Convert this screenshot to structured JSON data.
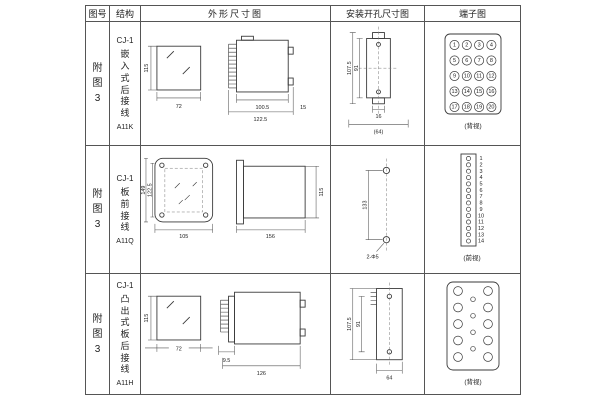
{
  "header": [
    "图号",
    "结构",
    "外形尺寸图",
    "安装开孔尺寸图",
    "端子图"
  ],
  "rows": [
    {
      "fig": "附图3",
      "model": "CJ-1",
      "desc": "嵌入式后接线",
      "code": "A11K",
      "outline": {
        "h": "115",
        "w": "72",
        "l1": "100.5",
        "l2": "122.5",
        "l3": "15"
      },
      "mount": {
        "v1": "107.5",
        "v2": "91",
        "h1": "16",
        "h2": "(64)"
      },
      "terminal": {
        "type": "grid",
        "cols": 4,
        "rows": 5,
        "numbered": true,
        "caption": "(背视)"
      }
    },
    {
      "fig": "附图3",
      "model": "CJ-1",
      "desc": "板前接线",
      "code": "A11Q",
      "outline": {
        "v1": "149",
        "v2": "122.5",
        "w": "105",
        "l1": "156",
        "h": "115"
      },
      "mount": {
        "v1": "133",
        "label": "2-Φ5"
      },
      "terminal": {
        "type": "strip",
        "count": 14,
        "caption": "(前视)"
      }
    },
    {
      "fig": "附图3",
      "model": "CJ-1",
      "desc": "凸出式板后接线",
      "code": "A11H",
      "outline": {
        "h": "115",
        "w": "72",
        "l1": "9.5",
        "l2": "126"
      },
      "mount": {
        "v1": "107.5",
        "v2": "91",
        "h1": "64"
      },
      "terminal": {
        "type": "stagger",
        "rows": 5,
        "caption": "(背视)"
      }
    }
  ]
}
